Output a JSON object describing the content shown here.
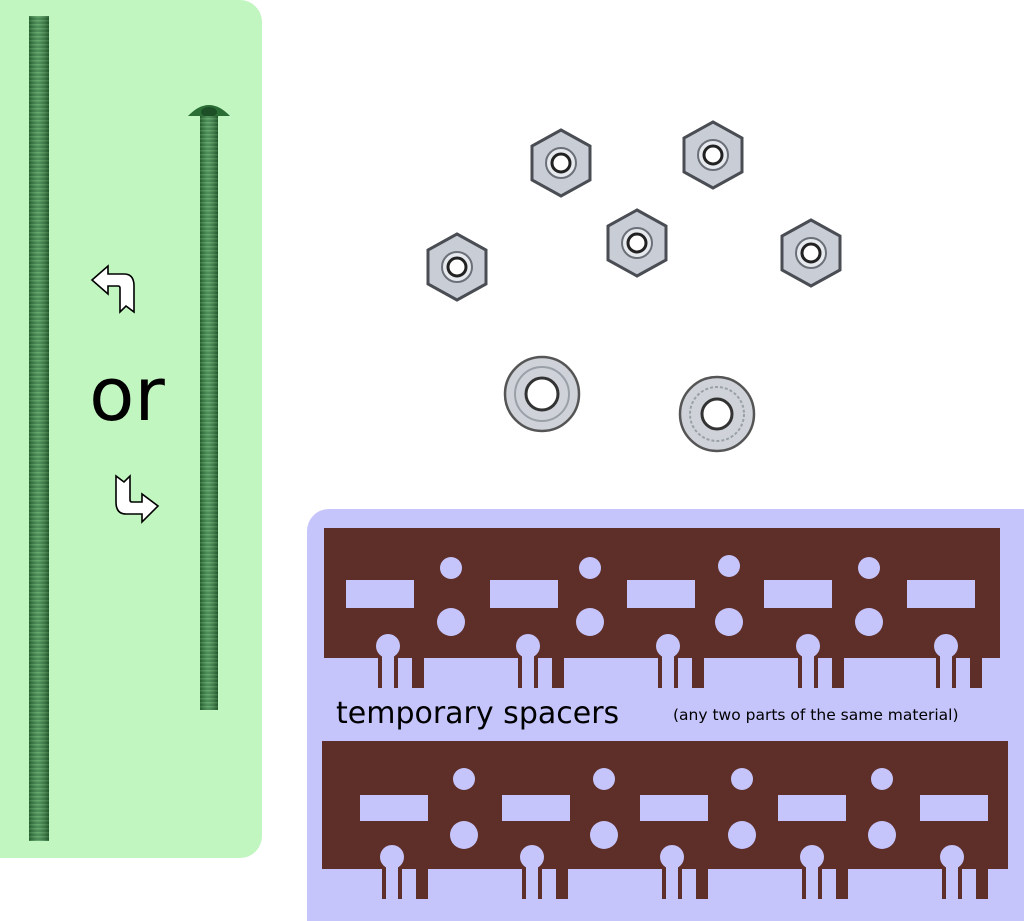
{
  "or_label": "or",
  "spacers": {
    "label": "temporary spacers",
    "note": "(any two parts of the same material)"
  },
  "colors": {
    "rods_panel": "#c2f6c0",
    "spacers_panel": "#c5c5fc",
    "rod": "#2f7a3c",
    "spacer_material": "#5e2e29",
    "nut_metal": "#c9ced6"
  },
  "parts": {
    "threaded_rod": "threaded-rod",
    "bolt": "long-bolt",
    "hex_nuts_count": 5,
    "washers_count": 2,
    "spacer_boards_count": 2
  },
  "icons": [
    "arrow-curved-up-left-icon",
    "arrow-curved-down-right-icon"
  ]
}
